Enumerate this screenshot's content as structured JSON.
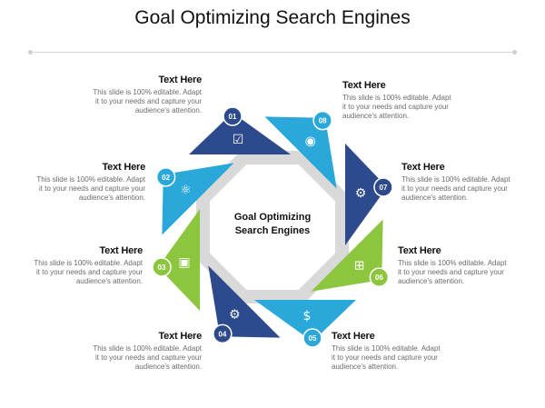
{
  "title": "Goal Optimizing Search Engines",
  "center_label": {
    "line1": "Goal Optimizing",
    "line2": "Search Engines"
  },
  "colors": {
    "dark_blue": "#2c4a8c",
    "light_blue": "#2ba8da",
    "green": "#8cc63f",
    "ring": "#d9d9d9"
  },
  "steps": [
    {
      "number": "01",
      "icon": "checklist-icon",
      "heading": "Text Here",
      "body": [
        "This slide is 100% editable. Adapt",
        "it to your needs and capture your",
        "audience's attention."
      ]
    },
    {
      "number": "02",
      "icon": "network-icon",
      "heading": "Text Here",
      "body": [
        "This slide is 100% editable. Adapt",
        "it to your needs and capture your",
        "audience's attention."
      ]
    },
    {
      "number": "03",
      "icon": "monitor-chart-icon",
      "heading": "Text Here",
      "body": [
        "This slide is 100% editable. Adapt",
        "it to your needs and capture your",
        "audience's attention."
      ]
    },
    {
      "number": "04",
      "icon": "person-gear-icon",
      "heading": "Text Here",
      "body": [
        "This slide is 100% editable. Adapt",
        "it to your needs and capture your",
        "audience's attention."
      ]
    },
    {
      "number": "05",
      "icon": "money-bag-icon",
      "heading": "Text Here",
      "body": [
        "This slide is 100% editable. Adapt",
        "it to your needs and capture your",
        "audience's attention."
      ]
    },
    {
      "number": "06",
      "icon": "flowchart-icon",
      "heading": "Text Here",
      "body": [
        "This slide is 100% editable. Adapt",
        "it to your needs and capture your",
        "audience's attention."
      ]
    },
    {
      "number": "07",
      "icon": "gears-icon",
      "heading": "Text Here",
      "body": [
        "This slide is 100% editable. Adapt",
        "it to your needs and capture your",
        "audience's attention."
      ]
    },
    {
      "number": "08",
      "icon": "eye-monitor-icon",
      "heading": "Text Here",
      "body": [
        "This slide is 100% editable. Adapt",
        "it to your needs and capture your",
        "audience's attention."
      ]
    }
  ]
}
